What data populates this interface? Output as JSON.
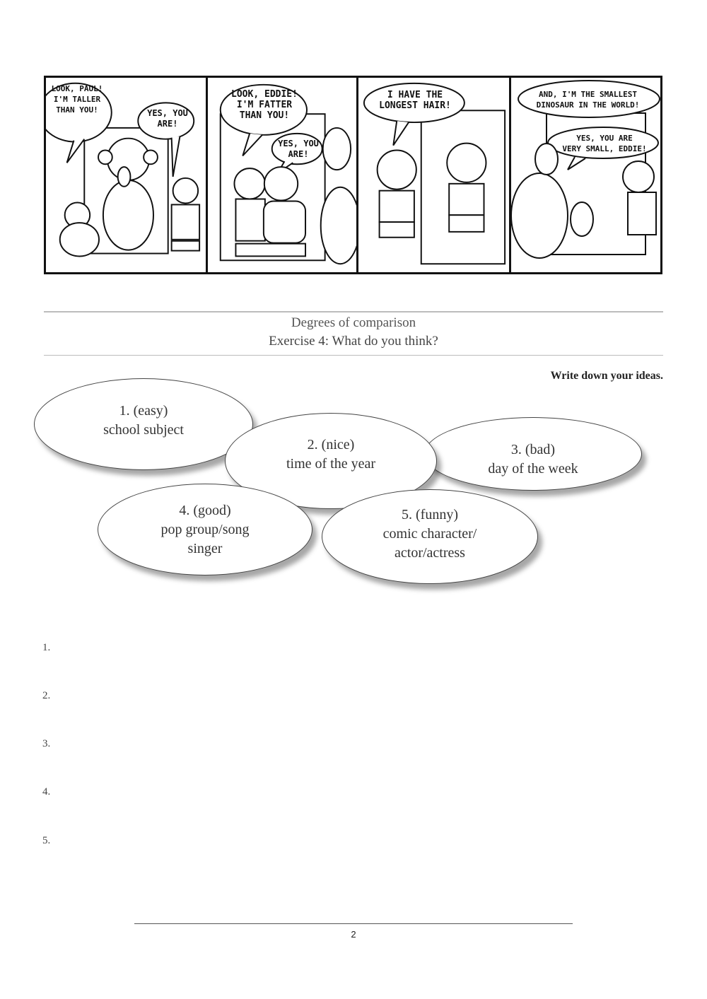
{
  "comic": {
    "panels": [
      {
        "bubbles": [
          "LOOK, PAUL!\nI'M TALLER\nTHAN YOU!",
          "YES, YOU\nARE!"
        ]
      },
      {
        "bubbles": [
          "LOOK, EDDIE!\nI'M FATTER\nTHAN YOU!",
          "YES, YOU\nARE!"
        ]
      },
      {
        "bubbles": [
          "I HAVE THE\nLONGEST HAIR!"
        ]
      },
      {
        "bubbles": [
          "AND, I'M THE SMALLEST\nDINOSAUR IN THE WORLD!",
          "YES, YOU ARE\nVERY SMALL, EDDIE!"
        ]
      }
    ]
  },
  "header": {
    "title": "Degrees of comparison",
    "subtitle": "Exercise 4: What do you think?",
    "instruction": "Write down your ideas."
  },
  "prompts": [
    {
      "lines": [
        "1. (easy)",
        "school subject"
      ]
    },
    {
      "lines": [
        "2. (nice)",
        "time of the year"
      ]
    },
    {
      "lines": [
        "3. (bad)",
        "day of the week"
      ]
    },
    {
      "lines": [
        "4. (good)",
        "pop group/song",
        "singer"
      ]
    },
    {
      "lines": [
        "5. (funny)",
        "comic character/",
        "actor/actress"
      ]
    }
  ],
  "answers": [
    "1.",
    "2.",
    "3.",
    "4.",
    "5."
  ],
  "footer": {
    "page_number": "2"
  }
}
